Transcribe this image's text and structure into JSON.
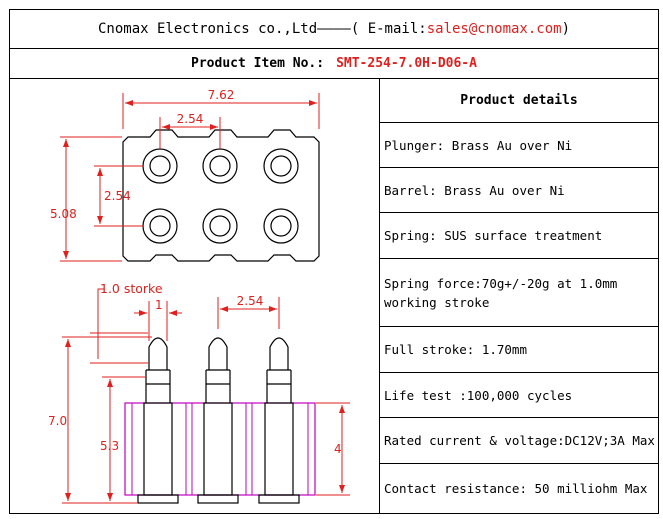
{
  "header": {
    "company": "Cnomax Electronics co.,Ltd————( E-mail: ",
    "email": "sales@cnomax.com",
    "close": ")"
  },
  "product": {
    "label": "Product Item No.:",
    "code": "SMT-254-7.0H-D06-A"
  },
  "drawing": {
    "dim_width": "7.62",
    "dim_pitch_top": "2.54",
    "dim_row_pitch": "2.54",
    "dim_height": "5.08",
    "dim_stroke": "1.0 storke",
    "dim_one": "1",
    "dim_pitch_side": "2.54",
    "dim_total_height": "7.0",
    "dim_body_height": "5.3",
    "dim_barrel": "4"
  },
  "details": {
    "heading": "Product details",
    "rows": [
      "Plunger: Brass Au over Ni",
      "Barrel: Brass Au over Ni",
      "Spring: SUS surface treatment",
      "Spring force:70g+/-20g at 1.0mm working stroke",
      "Full stroke: 1.70mm",
      "Life test :100,000 cycles",
      "Rated current & voltage:DC12V;3A Max",
      "Contact resistance: 50 milliohm Max"
    ]
  },
  "colors": {
    "dimension": "#e0201e",
    "housing_outline": "#c000c0",
    "line": "#000000"
  }
}
